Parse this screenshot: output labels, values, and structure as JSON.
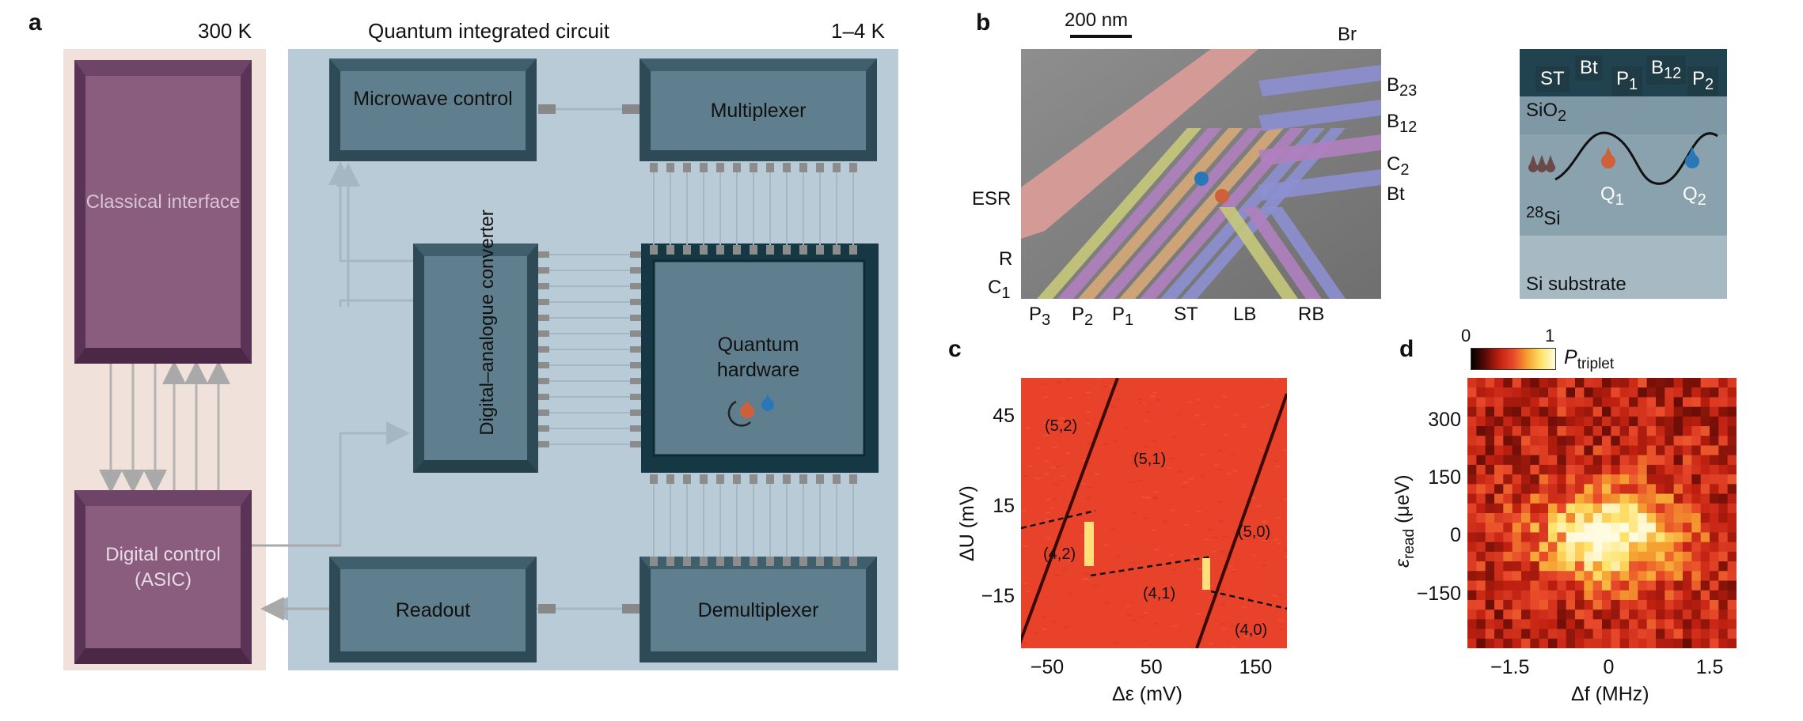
{
  "panel_a": {
    "label": "a",
    "temp_left": "300 K",
    "title_center": "Quantum integrated circuit",
    "temp_right": "1–4 K",
    "boxes": {
      "classical": "Classical interface",
      "digital_control": "Digital control (ASIC)",
      "microwave": "Microwave control",
      "multiplexer": "Multiplexer",
      "dac": "Digital–analogue converter",
      "quantum": "Quantum hardware",
      "readout": "Readout",
      "demux": "Demultiplexer"
    },
    "colors": {
      "warm_bg": "#f0e2da",
      "cold_bg": "#b8cbd6",
      "purple": "#8a5c7e",
      "purple_dark": "#5a3456",
      "teal": "#5f7f8e",
      "teal_dark": "#2e4a56",
      "chip": "#153844"
    }
  },
  "panel_b": {
    "label": "b",
    "scale": "200 nm",
    "gates_right": [
      "Br",
      "B23",
      "B12",
      "C2",
      "Bt"
    ],
    "gates_left": [
      "ESR",
      "R",
      "C1"
    ],
    "gates_bottom": [
      "P3",
      "P2",
      "P1",
      "ST",
      "LB",
      "RB"
    ],
    "stack_gates": [
      "ST",
      "Bt",
      "P1",
      "B12",
      "P2"
    ],
    "layers": [
      "SiO2",
      "28Si",
      "Si substrate"
    ],
    "qubits": [
      "Q1",
      "Q2"
    ]
  },
  "panel_c": {
    "label": "c",
    "regions": [
      "(5,2)",
      "(5,1)",
      "(4,2)",
      "(5,0)",
      "(4,1)",
      "(4,0)"
    ]
  },
  "panel_d": {
    "label": "d",
    "cbar_min": "0",
    "cbar_max": "1",
    "cbar_label": "P",
    "cbar_sub": "triplet"
  },
  "chart_data": [
    {
      "type": "heatmap",
      "xlabel": "Δε (mV)",
      "ylabel": "ΔU (mV)",
      "xticks": [
        -50,
        50,
        150
      ],
      "yticks": [
        45,
        15,
        -15
      ],
      "xlim": [
        -75,
        180
      ],
      "ylim": [
        -32,
        58
      ]
    },
    {
      "type": "heatmap",
      "xlabel": "Δf (MHz)",
      "ylabel": "ε",
      "ylabel_sub": "read",
      "ylabel_unit": "(μeV)",
      "xticks": [
        -1.5,
        0,
        1.5
      ],
      "yticks": [
        300,
        150,
        0,
        -150
      ],
      "xlim": [
        -2.1,
        1.9
      ],
      "ylim": [
        -290,
        410
      ],
      "colorbar": {
        "min": 0,
        "max": 1,
        "label": "P_triplet"
      },
      "peak": {
        "x": 0,
        "y": 0,
        "value": 1
      }
    }
  ]
}
